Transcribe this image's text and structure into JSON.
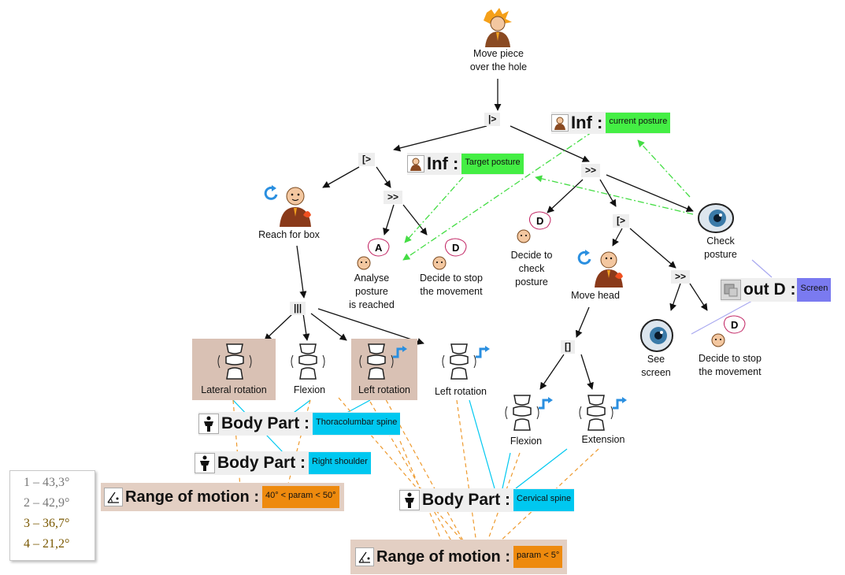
{
  "colors": {
    "info_value": "#44ee44",
    "body_value": "#00c8f0",
    "range_value": "#ee8a0e",
    "screen_value": "#7a7af0",
    "highlight": "#d9c1b4",
    "legend_gray": "#777777",
    "legend_brown": "#7a5800"
  },
  "tasks": {
    "root": "Move piece\nover the hole",
    "reach": "Reach for box",
    "analyse": "Analyse\nposture\nis reached",
    "decide_stop_1": "Decide to stop\nthe movement",
    "decide_check": "Decide to\ncheck\nposture",
    "move_head": "Move head",
    "check_posture": "Check\nposture",
    "see_screen": "See\nscreen",
    "decide_stop_2": "Decide to stop\nthe movement",
    "lateral_rotation": "Lateral rotation",
    "flexion_1": "Flexion",
    "left_rotation_1": "Left rotation",
    "left_rotation_2": "Left rotation",
    "flexion_2": "Flexion",
    "extension": "Extension"
  },
  "operators": {
    "root_op": "|>",
    "left_op": "[>",
    "seq_left": ">>",
    "right_seq": ">>",
    "right_interrupt": "[>",
    "inner_seq": ">>",
    "concurrent": "|||",
    "choice": "[]"
  },
  "info": {
    "current": {
      "key": "Inf :",
      "value": "current posture"
    },
    "target": {
      "key": "Inf :",
      "value": "Target posture"
    },
    "out": {
      "key": "out D :",
      "value": "Screen"
    }
  },
  "body_parts": {
    "thoracolumbar": {
      "key": "Body Part :",
      "value": "Thoracolumbar spine"
    },
    "shoulder": {
      "key": "Body Part :",
      "value": "Right shoulder"
    },
    "cervical": {
      "key": "Body Part :",
      "value": "Cervical spine"
    }
  },
  "ranges": {
    "range1": {
      "key": "Range of motion :",
      "value": "40° < param < 50°"
    },
    "range2": {
      "key": "Range of motion :",
      "value": "param < 5°"
    }
  },
  "badges": {
    "analyse": "A",
    "decide": "D"
  },
  "legend": [
    "1 – 43,3°",
    "2 – 42,9°",
    "3 – 36,7°",
    "4 – 21,2°"
  ],
  "icons": {
    "user": "person-icon",
    "cognitive": "thinking-person-icon",
    "motor": "cycling-arrow-icon",
    "eye": "eye-icon",
    "joint": "spine-joint-icon",
    "body": "body-icon",
    "angle": "angle-icon",
    "device": "output-device-icon"
  }
}
